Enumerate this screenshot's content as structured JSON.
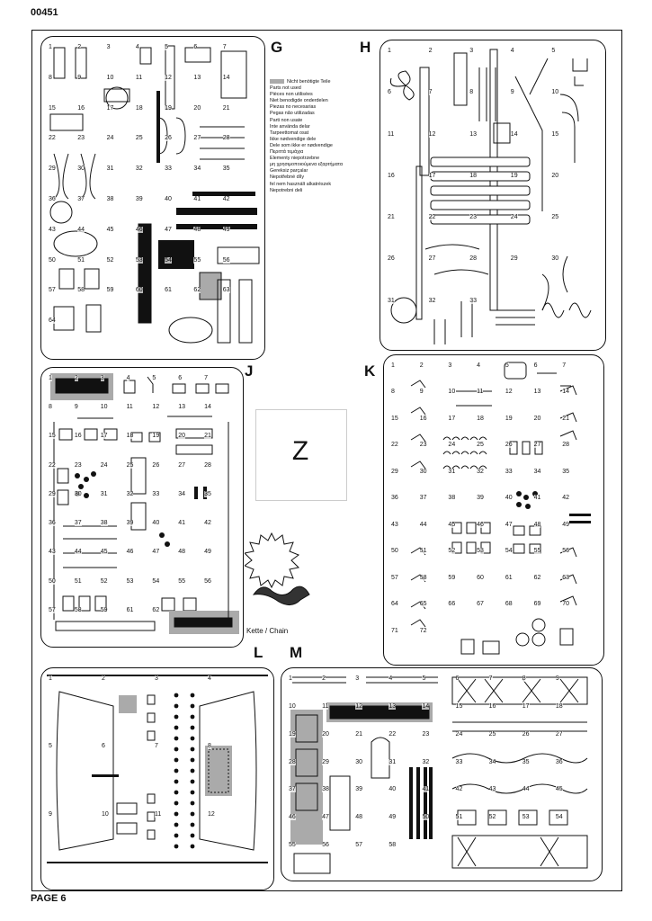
{
  "document_code": "00451",
  "page_label": "PAGE 6",
  "sprue_letters": [
    "G",
    "H",
    "J",
    "K",
    "L",
    "M"
  ],
  "legend": {
    "lines": [
      "Nicht benötigte Teile",
      "Parts not used",
      "Pièces non utilisées",
      "Niet benodigde onderdelen",
      "Piezas no necesarias",
      "Pegas não utilizadas",
      "Parti non usate",
      "Inte använda delar",
      "Tarpeettomat osat",
      "Ikke nødvendige dele",
      "Dele som ikke er nødvendige",
      "Περιττά τεμάχια",
      "Elementy niepotrzebne",
      "μη χρησιμοποιούμενα εξαρτήματα",
      "Gereksiz parçalar",
      "Nepotřebné díly",
      "fel nem használt alkatrészek",
      "Nepotrebni deli"
    ],
    "swatch_color": "#aaaaaa"
  },
  "z_label": "Z",
  "chain_label": "Kette / Chain",
  "part_numbers": {
    "G": [
      "1",
      "2",
      "3",
      "4",
      "5",
      "6",
      "7",
      "8",
      "9",
      "10",
      "11",
      "12",
      "13",
      "14",
      "15",
      "16",
      "17",
      "18",
      "19",
      "20",
      "21",
      "22",
      "23",
      "24",
      "25",
      "26",
      "27",
      "28",
      "29",
      "30",
      "31",
      "32",
      "33",
      "34",
      "35",
      "36",
      "37",
      "38",
      "39",
      "40",
      "41",
      "42",
      "43",
      "44",
      "45",
      "46",
      "47",
      "48",
      "49",
      "50",
      "51",
      "52",
      "53",
      "54",
      "55",
      "56",
      "57",
      "58",
      "59",
      "60",
      "61",
      "62",
      "63",
      "64"
    ],
    "H": [
      "1",
      "2",
      "3",
      "4",
      "5",
      "6",
      "7",
      "8",
      "9",
      "10",
      "11",
      "12",
      "13",
      "14",
      "15",
      "16",
      "17",
      "18",
      "19",
      "20",
      "21",
      "22",
      "23",
      "24",
      "25",
      "26",
      "27",
      "28",
      "29",
      "30",
      "31",
      "32",
      "33"
    ],
    "J": [
      "1",
      "2",
      "3",
      "4",
      "5",
      "6",
      "7",
      "8",
      "9",
      "10",
      "11",
      "12",
      "13",
      "14",
      "15",
      "16",
      "17",
      "18",
      "19",
      "20",
      "21",
      "22",
      "23",
      "24",
      "25",
      "26",
      "27",
      "28",
      "29",
      "30",
      "31",
      "32",
      "33",
      "34",
      "35",
      "36",
      "37",
      "38",
      "39",
      "40",
      "41",
      "42",
      "43",
      "44",
      "45",
      "46",
      "47",
      "48",
      "49",
      "50",
      "51",
      "52",
      "53",
      "54",
      "55",
      "56",
      "57",
      "58",
      "59",
      "61",
      "62"
    ],
    "K": [
      "1",
      "2",
      "3",
      "4",
      "5",
      "6",
      "7",
      "8",
      "9",
      "10",
      "11",
      "12",
      "13",
      "14",
      "15",
      "16",
      "17",
      "18",
      "19",
      "20",
      "21",
      "22",
      "23",
      "24",
      "25",
      "26",
      "27",
      "28",
      "29",
      "30",
      "31",
      "32",
      "33",
      "34",
      "35",
      "36",
      "37",
      "38",
      "39",
      "40",
      "41",
      "42",
      "43",
      "44",
      "45",
      "46",
      "47",
      "48",
      "49",
      "50",
      "51",
      "52",
      "53",
      "54",
      "55",
      "56",
      "57",
      "58",
      "59",
      "60",
      "61",
      "62",
      "63",
      "64",
      "65",
      "66",
      "67",
      "68",
      "69",
      "70",
      "71",
      "72"
    ],
    "L": [
      "1",
      "2",
      "3",
      "4",
      "5",
      "6",
      "7",
      "8",
      "9",
      "10",
      "11",
      "12"
    ],
    "M": [
      "1",
      "2",
      "3",
      "4",
      "5",
      "6",
      "7",
      "8",
      "9",
      "10",
      "11",
      "12",
      "13",
      "14",
      "15",
      "16",
      "17",
      "18",
      "19",
      "20",
      "21",
      "22",
      "23",
      "24",
      "25",
      "26",
      "27",
      "28",
      "29",
      "30",
      "31",
      "32",
      "33",
      "34",
      "35",
      "36",
      "37",
      "38",
      "39",
      "40",
      "41",
      "42",
      "43",
      "44",
      "45",
      "46",
      "47",
      "48",
      "49",
      "50",
      "51",
      "52",
      "53",
      "54",
      "55",
      "56",
      "57",
      "58"
    ]
  }
}
